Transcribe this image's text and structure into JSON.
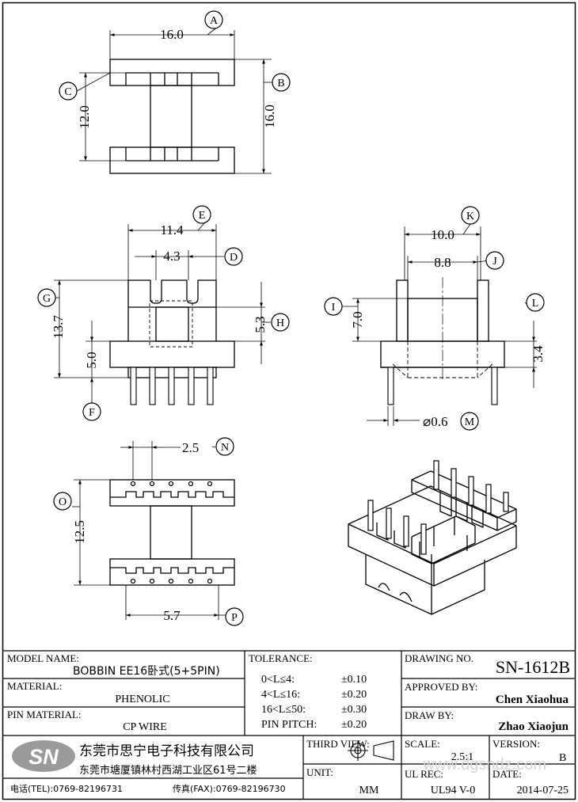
{
  "drawing": {
    "dims": {
      "A": "16.0",
      "B": "16.0",
      "C": "12.0",
      "D": "4.3",
      "E": "11.4",
      "G": "13.7",
      "F": "5.0",
      "H": "5.3",
      "K": "10.0",
      "J": "8.8",
      "I": "7.0",
      "L": "3.4",
      "M": "⌀0.6",
      "N": "2.5",
      "O": "12.5",
      "P": "5.7"
    },
    "callouts": {
      "A": "A",
      "B": "B",
      "C": "C",
      "D": "D",
      "E": "E",
      "F": "F",
      "G": "G",
      "H": "H",
      "I": "I",
      "J": "J",
      "K": "K",
      "L": "L",
      "M": "M",
      "N": "N",
      "O": "O",
      "P": "P"
    }
  },
  "title_block": {
    "model_label": "MODEL NAME:",
    "model_value": "BOBBIN EE16卧式(5+5PIN)",
    "material_label": "MATERIAL:",
    "material_value": "PHENOLIC",
    "pin_material_label": "PIN MATERIAL:",
    "pin_material_value": "CP WIRE",
    "tolerance_label": "TOLERANCE:",
    "tolerances": [
      {
        "range": "0<L≤4:",
        "value": "±0.10"
      },
      {
        "range": "4<L≤16:",
        "value": "±0.20"
      },
      {
        "range": "16<L≤50:",
        "value": "±0.30"
      },
      {
        "range": "PIN PITCH:",
        "value": "±0.20"
      }
    ],
    "drawing_no_label": "DRAWING NO.",
    "drawing_no": "SN-1612B",
    "approved_label": "APPROVED BY:",
    "approved_by": "Chen Xiaohua",
    "drawn_label": "DRAW BY:",
    "drawn_by": "Zhao Xiaojun",
    "logo": "SN",
    "company_name": "东莞市思宁电子科技有限公司",
    "company_address": "东莞市塘厦镇林村西湖工业区61号二楼",
    "tel": "电话(TEL):0769-82196731",
    "fax": "传真(FAX):0769-82196730",
    "third_view_label": "THIRD VIEW:",
    "unit_label": "UNIT:",
    "unit": "MM",
    "scale_label": "SCALE:",
    "scale": "2.5:1",
    "version_label": "VERSION:",
    "version": "B",
    "ul_rec_label": "UL REC:",
    "ul_rec": "UL94 V-0",
    "date_label": "DATE:",
    "date": "2014-07-25",
    "watermark": "www.dgsndz.com"
  }
}
